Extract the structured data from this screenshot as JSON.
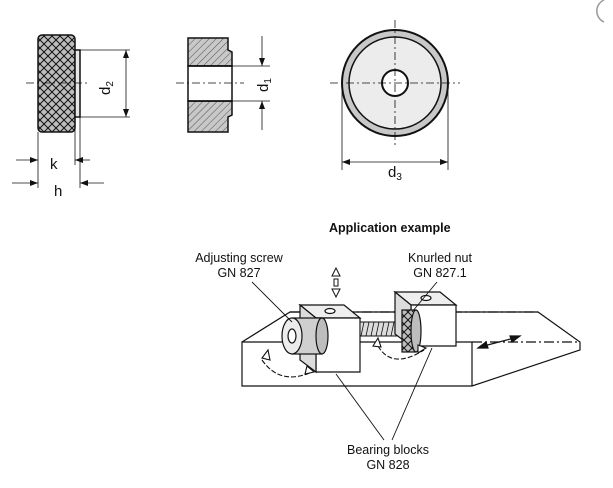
{
  "dimensions": {
    "d1": {
      "base": "d",
      "sub": "1"
    },
    "d2": {
      "base": "d",
      "sub": "2"
    },
    "d3": {
      "base": "d",
      "sub": "3"
    },
    "k": "k",
    "h": "h"
  },
  "application": {
    "title": "Application example",
    "adjusting_screw": {
      "line1": "Adjusting screw",
      "line2": "GN 827"
    },
    "knurled_nut": {
      "line1": "Knurled nut",
      "line2": "GN 827.1"
    },
    "bearing_blocks": {
      "line1": "Bearing blocks",
      "line2": "GN 828"
    }
  },
  "colors": {
    "line": "#111111",
    "shade": "#c8c8c8",
    "light": "#eeeeee"
  }
}
